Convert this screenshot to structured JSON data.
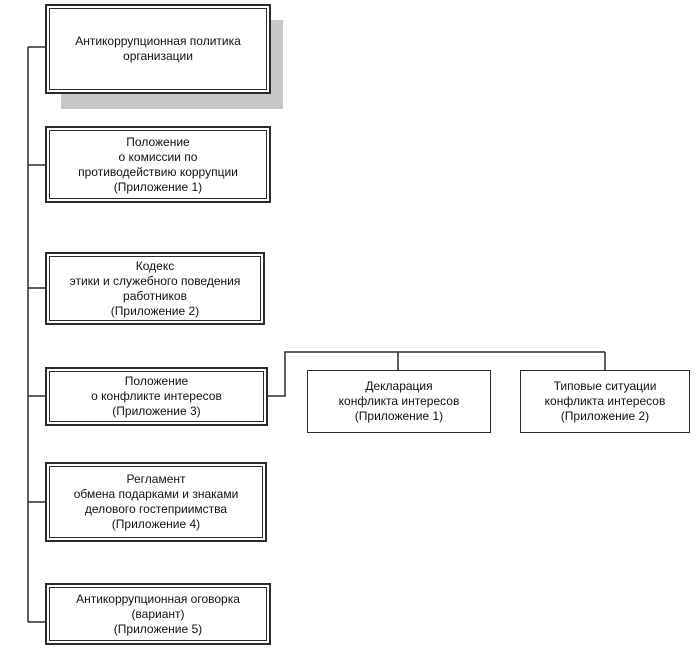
{
  "colors": {
    "line": "#2b2b2b",
    "shadow": "#c8c8c8",
    "background": "#ffffff"
  },
  "diagram": {
    "root": {
      "text": "Антикоррупционная политика\nорганизации"
    },
    "documents": [
      {
        "id": "commission",
        "text": "Положение\nо комиссии по\nпротиводействию коррупции\n(Приложение 1)"
      },
      {
        "id": "ethics",
        "text": "Кодекс\nэтики и служебного поведения\nработников\n(Приложение 2)"
      },
      {
        "id": "conflict",
        "text": "Положение\nо конфликте интересов\n(Приложение 3)"
      },
      {
        "id": "gifts",
        "text": "Регламент\nобмена подарками и знаками\nделового гостеприимства\n(Приложение 4)"
      },
      {
        "id": "clause",
        "text": "Антикоррупционная оговорка\n(вариант)\n(Приложение 5)"
      }
    ],
    "conflict_children": [
      {
        "id": "declaration",
        "text": "Декларация\nконфликта интересов\n(Приложение 1)"
      },
      {
        "id": "situations",
        "text": "Типовые ситуации\nконфликта интересов\n(Приложение 2)"
      }
    ]
  }
}
